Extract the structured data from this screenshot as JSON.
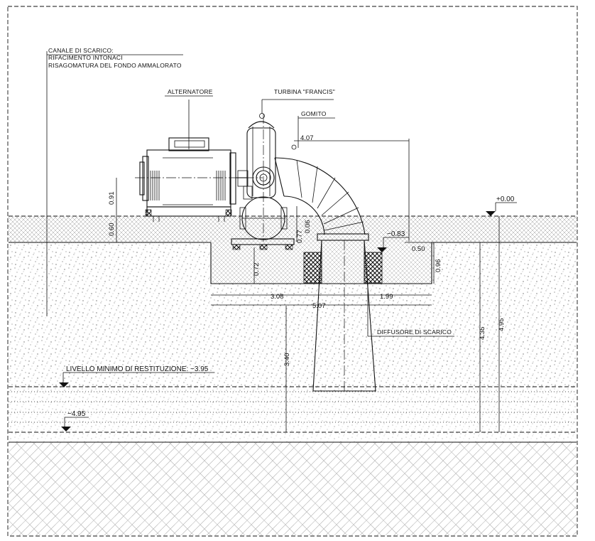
{
  "labels": {
    "canale_title": "CANALE DI SCARICO:",
    "canale_line1": "RIFACIMENTO INTONACI",
    "canale_line2": "RISAGOMATURA DEL FONDO AMMALORATO",
    "alternatore": "ALTERNATORE",
    "turbina": "TURBINA \"FRANCIS\"",
    "gomito": "GOMITO",
    "diffusore": "DIFFUSORE DI SCARICO",
    "livello_minimo": "LIVELLO MINIMO DI RESTITUZIONE: −3.95"
  },
  "levels": {
    "zero": "+0.00",
    "minus_083": "−0.83",
    "minus_495": "−4.95"
  },
  "dimensions": {
    "d407": "4.07",
    "d091": "0.91",
    "d060": "0.60",
    "d006": "0.06",
    "d077": "0.77",
    "d072": "0.72",
    "d050": "0.50",
    "d096": "0.96",
    "d308": "3.08",
    "d199": "1.99",
    "d507": "5.07",
    "d340": "3.40",
    "d435": "4.35",
    "d495": "4.95"
  },
  "colors": {
    "line": "#111111",
    "background": "#ffffff"
  },
  "icons": [
    "level-marker-icon",
    "lifting-eye-icon"
  ]
}
